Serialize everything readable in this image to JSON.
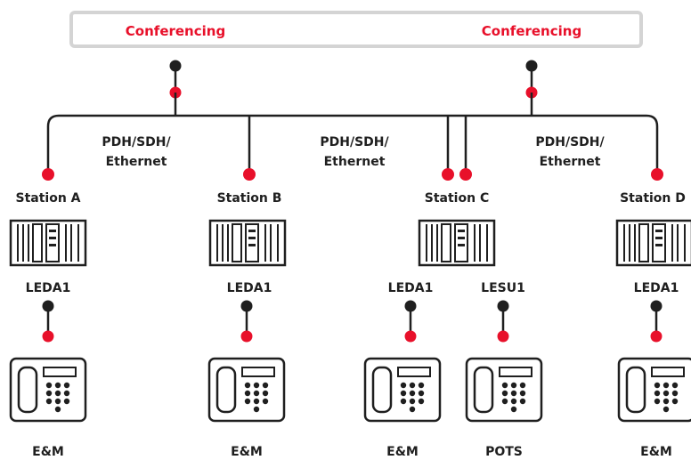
{
  "conference_bar": {
    "labels": [
      "Conferencing",
      "Conferencing"
    ]
  },
  "network_labels": [
    {
      "line1": "PDH/SDH/",
      "line2": "Ethernet"
    },
    {
      "line1": "PDH/SDH/",
      "line2": "Ethernet"
    },
    {
      "line1": "PDH/SDH/",
      "line2": "Ethernet"
    }
  ],
  "stations": [
    {
      "name": "Station A",
      "modules": [
        {
          "label": "LEDA1",
          "phone": "E&M"
        }
      ]
    },
    {
      "name": "Station B",
      "modules": [
        {
          "label": "LEDA1",
          "phone": "E&M"
        }
      ]
    },
    {
      "name": "Station C",
      "modules": [
        {
          "label": "LEDA1",
          "phone": "E&M"
        },
        {
          "label": "LESU1",
          "phone": "POTS"
        }
      ]
    },
    {
      "name": "Station D",
      "modules": [
        {
          "label": "LEDA1",
          "phone": "E&M"
        }
      ]
    }
  ],
  "colors": {
    "accent_red": "#e8102a",
    "line_dark": "#1f1f1f",
    "bar_border": "#d4d4d4",
    "background": "#ffffff"
  },
  "icons": [
    "rack-unit-icon",
    "telephone-icon"
  ]
}
